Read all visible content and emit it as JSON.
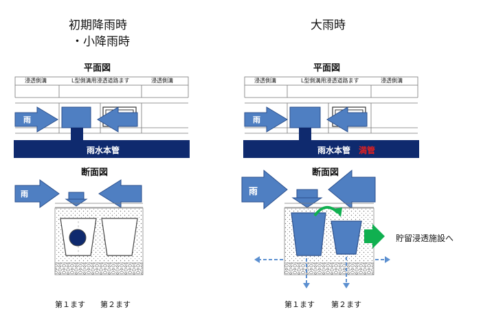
{
  "left_panel": {
    "title_line1": "初期降雨時",
    "title_line2": "・小降雨時",
    "plan_label": "平面図",
    "columns": [
      "浸透側溝",
      "L型側溝用浸透道路ます",
      "浸透側溝"
    ],
    "rain_label": "雨",
    "pipe_label": "雨水本管",
    "section_label": "断面図",
    "section_rain_label": "雨",
    "basin1_label": "第１ます",
    "basin2_label": "第２ます"
  },
  "right_panel": {
    "title": "大雨時",
    "plan_label": "平面図",
    "columns": [
      "浸透側溝",
      "L型側溝用浸透道路ます",
      "浸透側溝"
    ],
    "rain_label": "雨",
    "pipe_label": "雨水本管",
    "pipe_status": "満管",
    "section_label": "断面図",
    "section_rain_label": "雨",
    "outflow_label": "貯留浸透施設へ",
    "basin1_label": "第１ます",
    "basin2_label": "第２ます"
  },
  "colors": {
    "arrow_blue": "#4f7fc2",
    "pipe_navy": "#0f2a6e",
    "overflow_red": "#e02020",
    "outflow_green": "#10b050",
    "dashed_arrow": "#5b8fd0"
  }
}
